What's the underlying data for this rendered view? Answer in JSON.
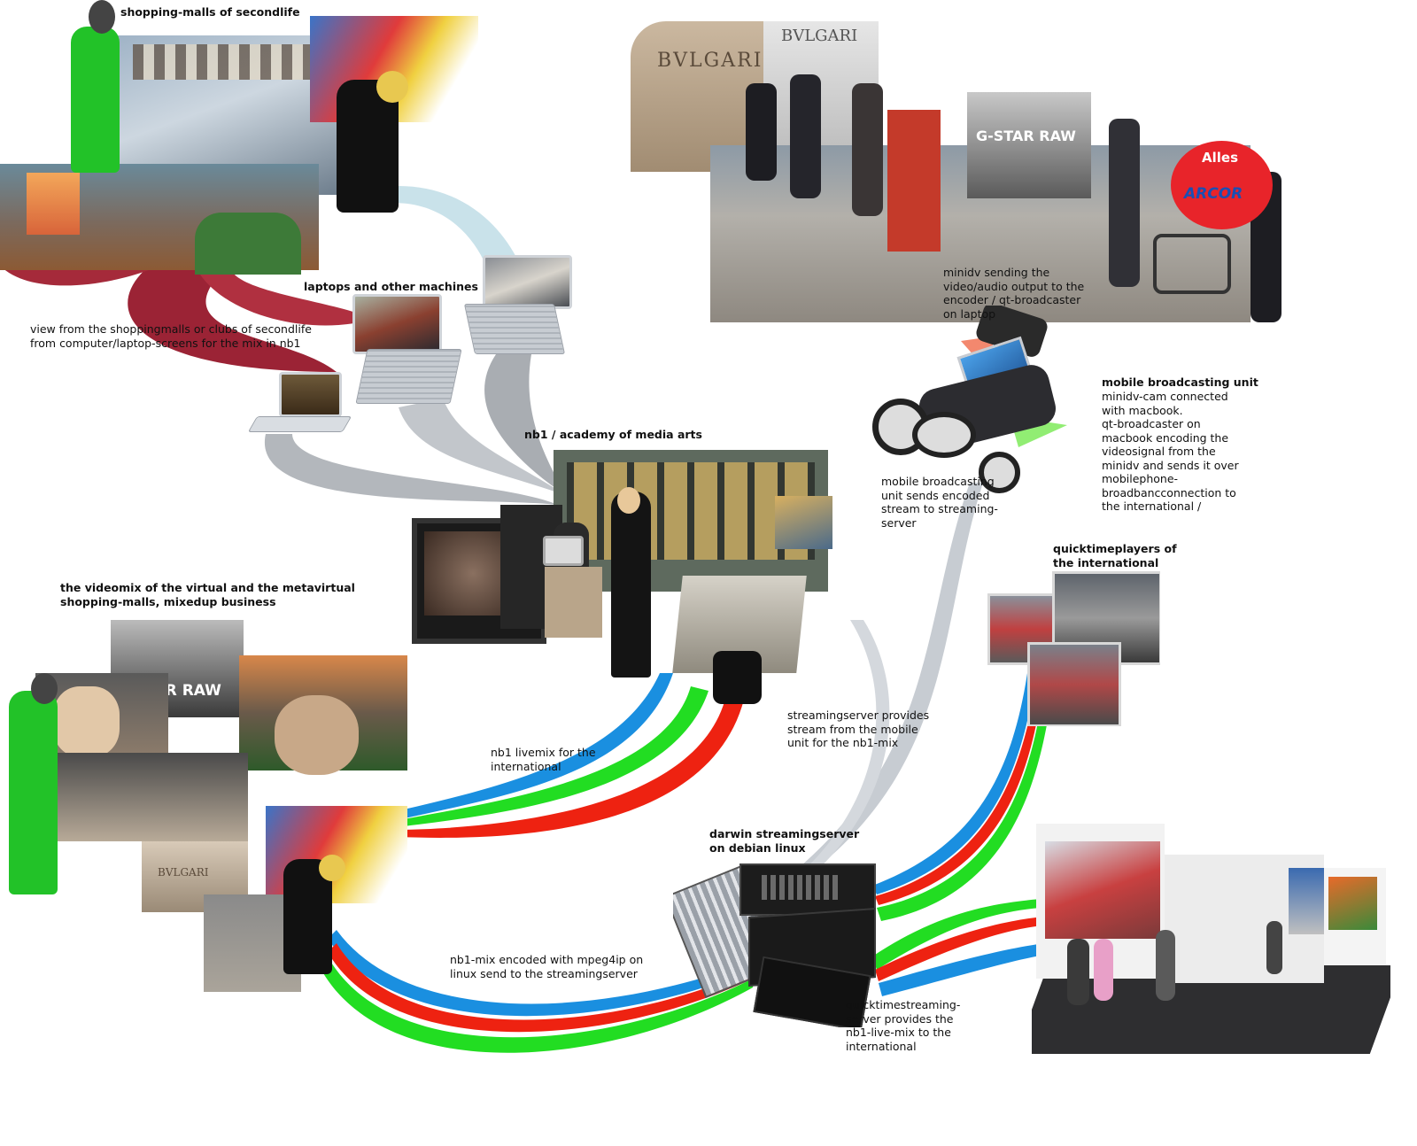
{
  "labels": {
    "shopping_malls": "shopping-malls of secondlife",
    "laptops": "laptops and other machines",
    "view_from": "view from the shoppingmalls or clubs of secondlife\nfrom computer/laptop-screens for the mix in nb1",
    "nb1_academy": "nb1 / academy of media arts",
    "minidv_sending": "minidv sending the\nvideo/audio output to the\nencoder / qt-broadcaster\non laptop",
    "mobile_unit_title": "mobile broadcasting unit",
    "mobile_unit_desc": "minidv-cam connected\nwith macbook.\nqt-broadcaster on\nmacbook encoding the\nvideosignal from the\nminidv and sends it over\nmobilephone-\nbroadbancconnection to\nthe international /",
    "mobile_sends": "mobile broadcasting\nunit sends encoded\nstream to streaming-\nserver",
    "quicktimeplayers": "quicktimeplayers of\nthe international",
    "videomix": "the videomix of the virtual and the metavirtual\nshopping-malls, mixedup business",
    "nb1_livemix": "nb1 livemix for the\ninternational",
    "streamingserver_provides": "streamingserver provides\nstream from the mobile\nunit for the nb1-mix",
    "darwin": "darwin streamingserver\non debian linux",
    "nb1_mix_encoded": "nb1-mix encoded with mpeg4ip on\nlinux send to the streamingserver",
    "quicktimestreaming": "quicktimestreaming-\nserver provides the\nnb1-live-mix to the\ninternational"
  },
  "signs": {
    "bvlgari": "BVLGARI",
    "gstar": "G-STAR RAW",
    "alles": "Alles",
    "arcor": "ARCOR"
  },
  "colors": {
    "blue": "#1a8fe0",
    "green": "#22dd22",
    "red": "#ee2211",
    "maroon": "#9b2335",
    "grey": "#b9bdc2",
    "lightblue": "#c9e2ea"
  },
  "icons": [
    "laptop-icon",
    "server-rack-icon",
    "stroller-icon",
    "camera-icon",
    "monitor-icon"
  ]
}
